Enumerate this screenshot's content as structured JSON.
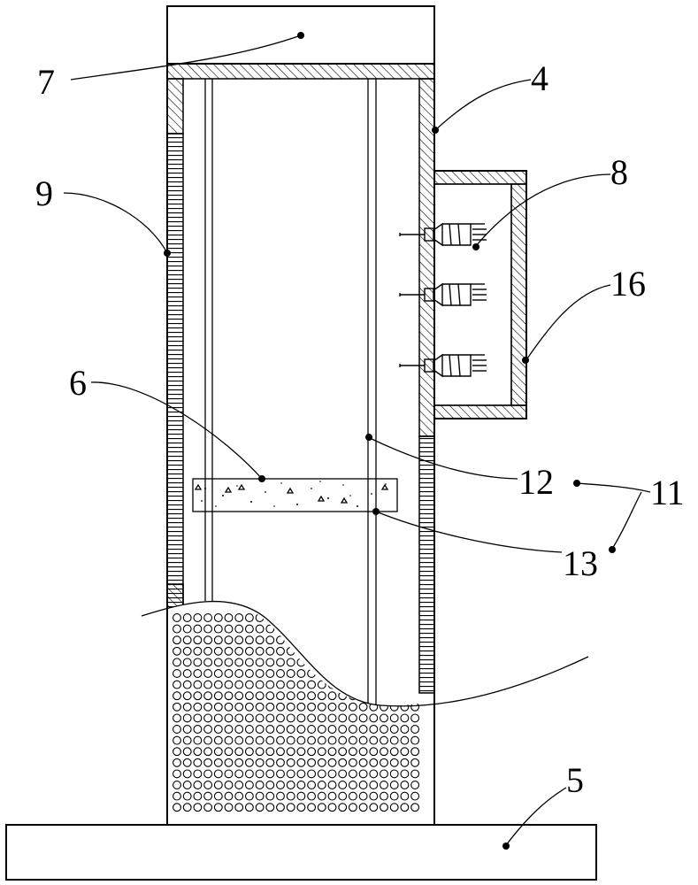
{
  "figure": {
    "callouts": [
      {
        "id": "c7",
        "text": "7"
      },
      {
        "id": "c4",
        "text": "4"
      },
      {
        "id": "c9",
        "text": "9"
      },
      {
        "id": "c8",
        "text": "8"
      },
      {
        "id": "c16",
        "text": "16"
      },
      {
        "id": "c6",
        "text": "6"
      },
      {
        "id": "c12",
        "text": "12"
      },
      {
        "id": "c11",
        "text": "11"
      },
      {
        "id": "c13",
        "text": "13"
      },
      {
        "id": "c5",
        "text": "5"
      }
    ]
  },
  "colors": {
    "ink": "#000000",
    "background": "#ffffff"
  }
}
